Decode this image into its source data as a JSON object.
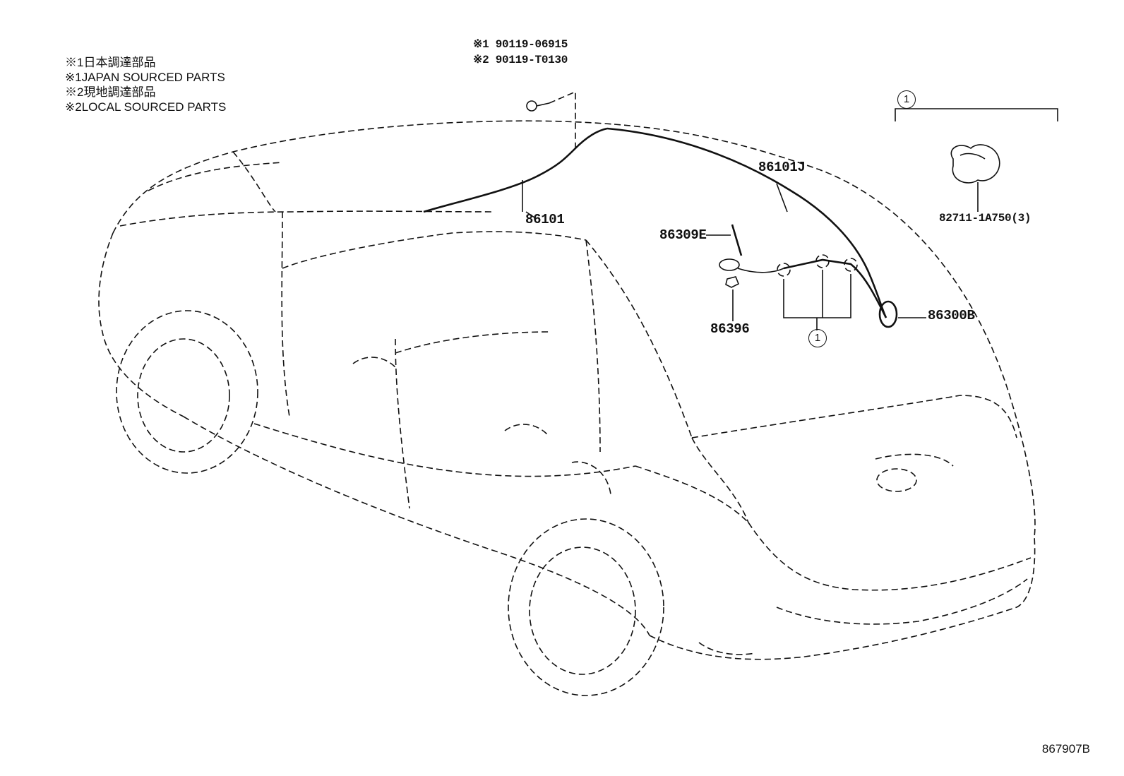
{
  "notes": [
    "※1日本調達部品",
    "※1JAPAN SOURCED PARTS",
    "※2現地調達部品",
    "※2LOCAL SOURCED PARTS"
  ],
  "bolt_parts": [
    "※1 90119-06915",
    "※2 90119-T0130"
  ],
  "callouts": {
    "p86101": "86101",
    "p86101J": "86101J",
    "p86309E": "86309E",
    "p86396": "86396",
    "p86300B": "86300B",
    "p82711": "82711-1A750(3)",
    "circle_ref": "1"
  },
  "diagram_code": "867907B"
}
